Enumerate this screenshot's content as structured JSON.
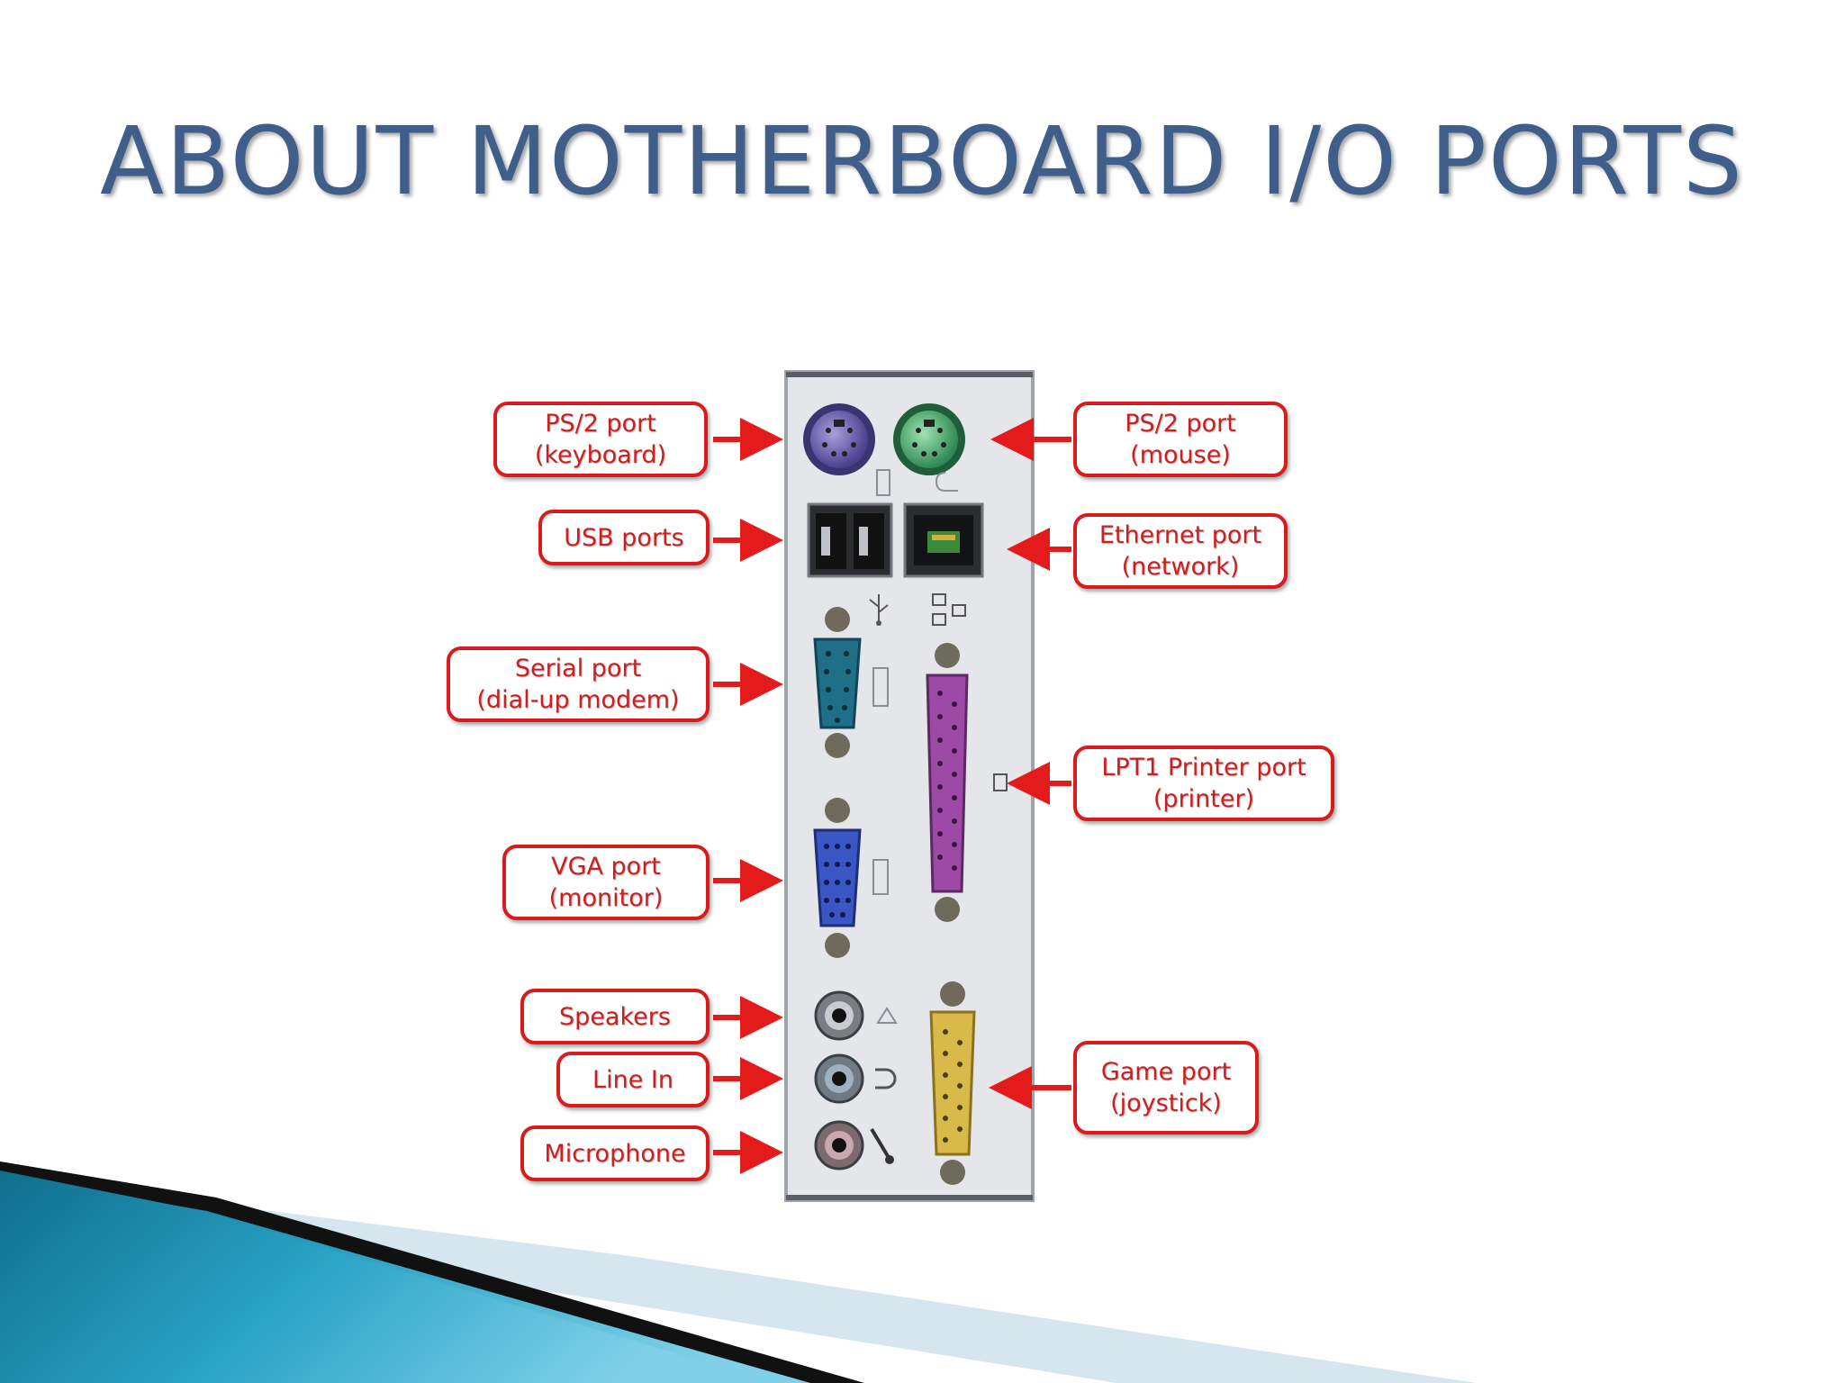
{
  "title": "ABOUT MOTHERBOARD I/O PORTS",
  "colors": {
    "title": "#3f5f8a",
    "callout": "#d81b1b",
    "panel": "#e3e5e8"
  },
  "callouts": {
    "ps2_keyboard": {
      "line1": "PS/2 port",
      "line2": "(keyboard)"
    },
    "ps2_mouse": {
      "line1": "PS/2 port",
      "line2": "(mouse)"
    },
    "usb": {
      "line1": "USB ports"
    },
    "ethernet": {
      "line1": "Ethernet port",
      "line2": "(network)"
    },
    "serial": {
      "line1": "Serial port",
      "line2": "(dial-up modem)"
    },
    "lpt1": {
      "line1": "LPT1 Printer port",
      "line2": "(printer)"
    },
    "vga": {
      "line1": "VGA port",
      "line2": "(monitor)"
    },
    "speakers": {
      "line1": "Speakers"
    },
    "line_in": {
      "line1": "Line In"
    },
    "microphone": {
      "line1": "Microphone"
    },
    "game": {
      "line1": "Game port",
      "line2": "(joystick)"
    }
  }
}
